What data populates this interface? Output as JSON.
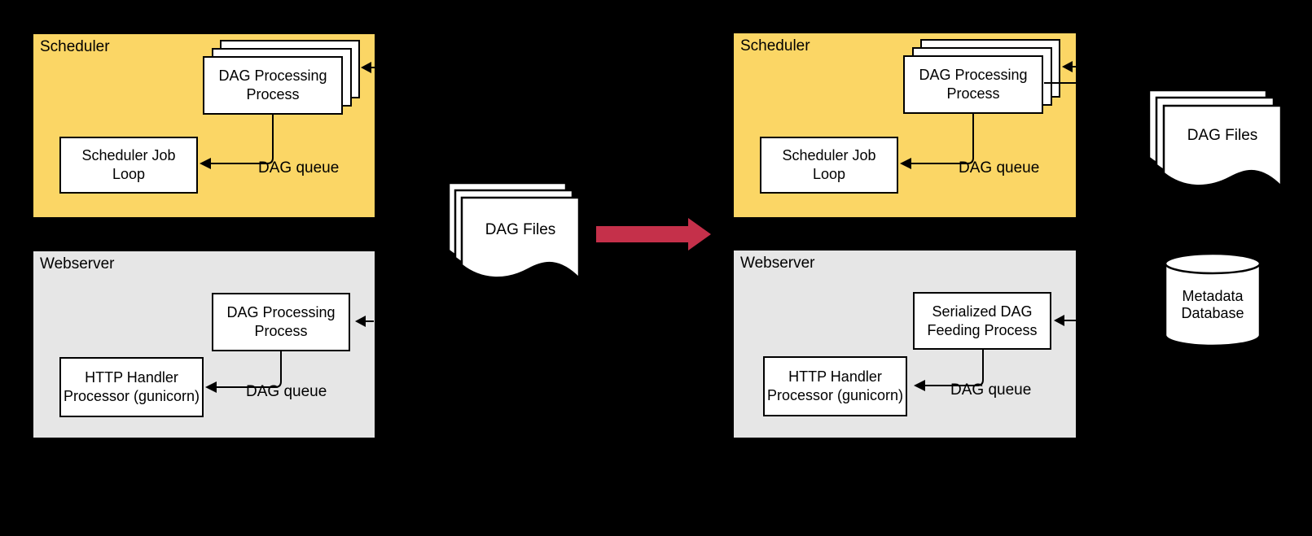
{
  "colors": {
    "background": "#000000",
    "scheduler_panel": "#FBD665",
    "webserver_panel": "#E6E6E6",
    "shape_fill": "#FFFFFF",
    "line": "#000000",
    "migration_arrow": "#C5304A"
  },
  "before": {
    "scheduler": {
      "title": "Scheduler",
      "dag_processing": "DAG Processing\nProcess",
      "scheduler_job_loop": "Scheduler Job\nLoop",
      "dag_queue": "DAG queue"
    },
    "webserver": {
      "title": "Webserver",
      "dag_processing": "DAG Processing\nProcess",
      "http_handler": "HTTP Handler\nProcessor (gunicorn)",
      "dag_queue": "DAG queue"
    }
  },
  "dag_files_source": {
    "label": "DAG Files"
  },
  "after": {
    "scheduler": {
      "title": "Scheduler",
      "dag_processing": "DAG Processing\nProcess",
      "scheduler_job_loop": "Scheduler Job\nLoop",
      "dag_queue": "DAG queue"
    },
    "webserver": {
      "title": "Webserver",
      "serialized_dag_feeding": "Serialized DAG\nFeeding Process",
      "http_handler": "HTTP Handler\nProcessor (gunicorn)",
      "dag_queue": "DAG queue"
    },
    "dag_files": {
      "label": "DAG Files"
    },
    "metadata_database": {
      "label": "Metadata\nDatabase"
    }
  }
}
